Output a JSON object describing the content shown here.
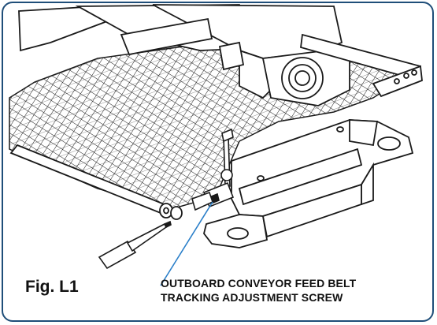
{
  "figure": {
    "label": "Fig. L1",
    "callout_lines": [
      "OUTBOARD CONVEYOR FEED BELT",
      "TRACKING ADJUSTMENT SCREW"
    ]
  },
  "colors": {
    "frame": "#1f4e79",
    "line": "#1a1a1a",
    "leader": "#2a7fc9"
  }
}
